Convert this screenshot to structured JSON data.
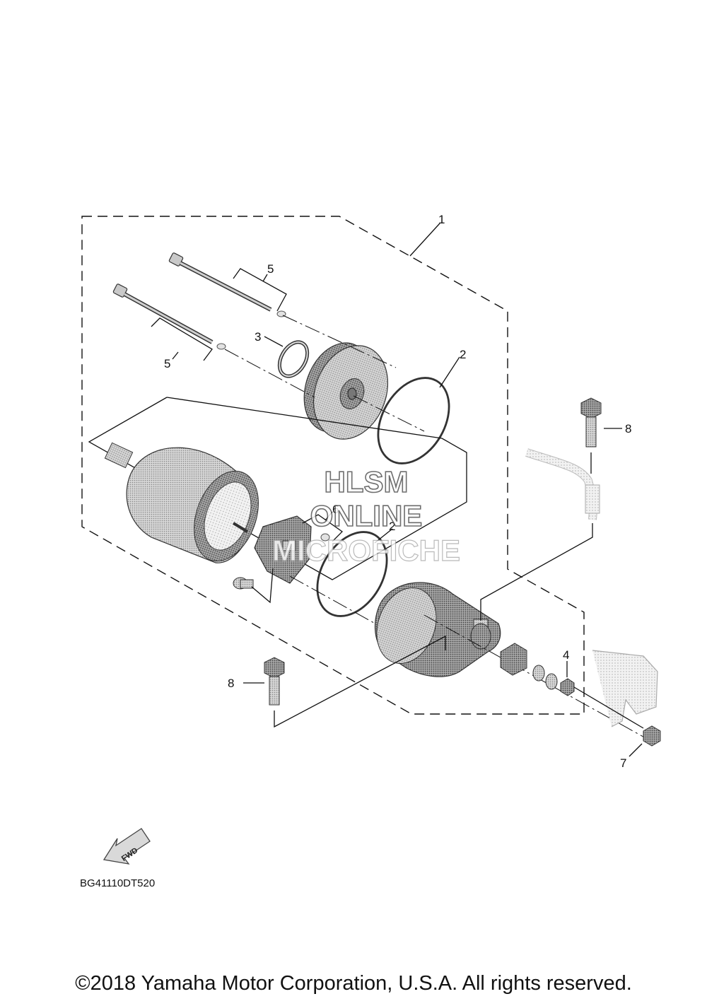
{
  "diagram": {
    "callouts": {
      "c1": "1",
      "c2a": "2",
      "c2b": "2",
      "c3": "3",
      "c4": "4",
      "c5a": "5",
      "c5b": "5",
      "c6": "6",
      "c7": "7",
      "c8a": "8",
      "c8b": "8"
    },
    "fwd_label": "FWD",
    "drawing_code": "BG41110DT520"
  },
  "watermark": {
    "line1": "HLSM",
    "line2": "ONLINE",
    "line3": "MICROFICHE"
  },
  "footer": {
    "copyright": "©2018 Yamaha Motor Corporation, U.S.A. All rights reserved."
  }
}
